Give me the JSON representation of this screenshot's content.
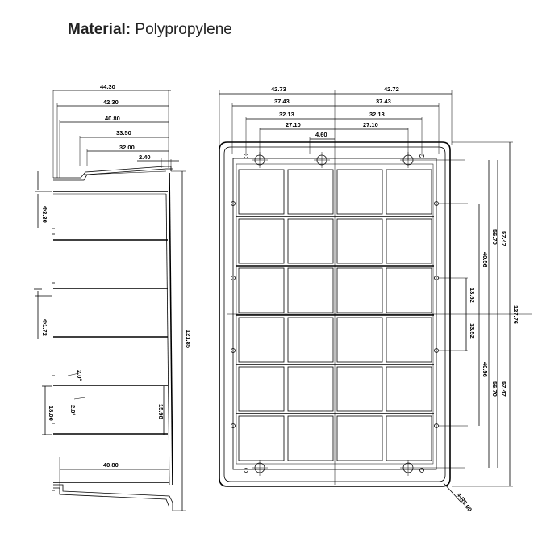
{
  "heading": {
    "label": "Material:",
    "value": "Polypropylene"
  },
  "side_view": {
    "top_dims": [
      "44.30",
      "42.30",
      "40.80",
      "33.50",
      "32.00",
      "2.40"
    ],
    "left_dims": [
      "Φ3.30",
      "Φ1.72",
      "18.00"
    ],
    "angles": [
      "2.0°",
      "2.0°"
    ],
    "right_dims": [
      "15.98",
      "121.85"
    ],
    "bottom_dim": "40.80"
  },
  "top_view": {
    "left_dims": [
      "42.73",
      "37.43",
      "32.13",
      "27.10",
      "4.60"
    ],
    "right_dims": [
      "42.72",
      "37.43",
      "32.13",
      "27.10"
    ],
    "vertical_dims": [
      "57.47",
      "56.70",
      "40.56",
      "13.52",
      "13.52",
      "40.56",
      "56.70",
      "57.47"
    ],
    "overall_height": "127.76",
    "corner_note": "4-R5.00",
    "grid": {
      "rows": 6,
      "cols": 4
    }
  }
}
